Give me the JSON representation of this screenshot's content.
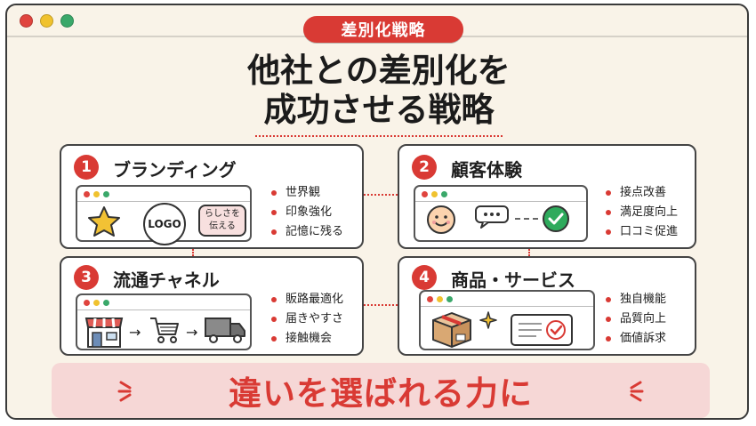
{
  "window": {
    "dots": [
      "#e0443e",
      "#f0c22e",
      "#3aa86a"
    ]
  },
  "badge": {
    "label": "差別化戦略"
  },
  "title": {
    "line1": "他社との差別化を",
    "line2": "成功させる戦略"
  },
  "cards": [
    {
      "number": "1",
      "title": "ブランディング",
      "bullets": [
        "世界観",
        "印象強化",
        "記憶に残る"
      ],
      "illustration": {
        "icons": [
          "star-icon",
          "logo-icon",
          "speech-bubble-icon"
        ],
        "logo_text": "LOGO",
        "bubble_text": "らしさを\n伝える"
      }
    },
    {
      "number": "2",
      "title": "顧客体験",
      "bullets": [
        "接点改善",
        "満足度向上",
        "口コミ促進"
      ],
      "illustration": {
        "icons": [
          "smiley-face-icon",
          "chat-bubble-icon",
          "checkmark-icon"
        ]
      }
    },
    {
      "number": "3",
      "title": "流通チャネル",
      "bullets": [
        "販路最適化",
        "届きやすさ",
        "接触機会"
      ],
      "illustration": {
        "icons": [
          "store-icon",
          "shopping-cart-icon",
          "delivery-truck-icon"
        ]
      }
    },
    {
      "number": "4",
      "title": "商品・サービス",
      "bullets": [
        "独自機能",
        "品質向上",
        "価値訴求"
      ],
      "illustration": {
        "icons": [
          "box-icon",
          "sparkle-icon",
          "document-check-icon"
        ]
      }
    }
  ],
  "banner": {
    "text": "違いを選ばれる力に"
  },
  "colors": {
    "accent": "#d93a34",
    "background": "#f9f3e8",
    "banner_bg": "#f6d7d6"
  }
}
